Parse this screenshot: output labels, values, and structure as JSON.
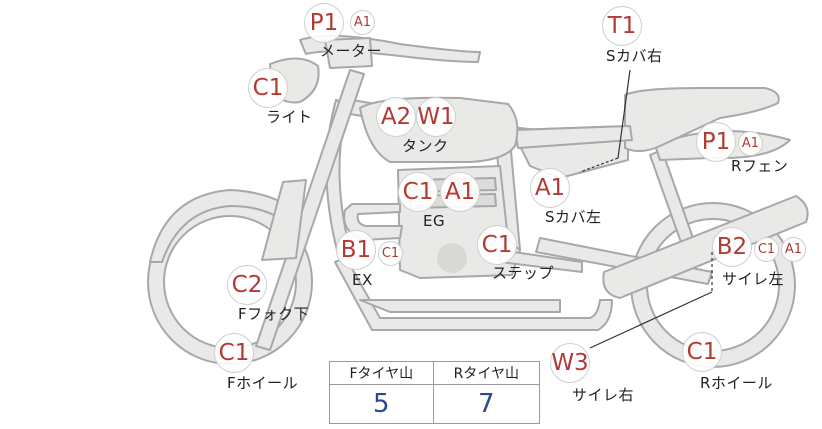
{
  "colors": {
    "body_fill": "#e9e9e7",
    "body_stroke": "#aaaaaa",
    "badge_text": "#b23a35",
    "value_text": "#2a4a8a"
  },
  "parts": [
    {
      "id": "meter",
      "label": "メーター",
      "badges": [
        "P1",
        "A1"
      ]
    },
    {
      "id": "s-cover-r",
      "label": "Sカバ右",
      "badges": [
        "T1"
      ]
    },
    {
      "id": "light",
      "label": "ライト",
      "badges": [
        "C1"
      ]
    },
    {
      "id": "tank",
      "label": "タンク",
      "badges": [
        "A2",
        "W1"
      ]
    },
    {
      "id": "r-fender",
      "label": "Rフェン",
      "badges": [
        "P1",
        "A1"
      ]
    },
    {
      "id": "eg",
      "label": "EG",
      "badges": [
        "C1",
        "A1"
      ]
    },
    {
      "id": "s-cover-l",
      "label": "Sカバ左",
      "badges": [
        "A1"
      ]
    },
    {
      "id": "ex",
      "label": "EX",
      "badges": [
        "B1",
        "C1"
      ]
    },
    {
      "id": "step",
      "label": "ステップ",
      "badges": [
        "C1"
      ]
    },
    {
      "id": "muffler-l",
      "label": "サイレ左",
      "badges": [
        "B2",
        "C1",
        "A1"
      ]
    },
    {
      "id": "f-fork-low",
      "label": "Fフォク下",
      "badges": [
        "C2"
      ]
    },
    {
      "id": "f-wheel",
      "label": "Fホイール",
      "badges": [
        "C1"
      ]
    },
    {
      "id": "muffler-r",
      "label": "サイレ右",
      "badges": [
        "W3"
      ]
    },
    {
      "id": "r-wheel",
      "label": "Rホイール",
      "badges": [
        "C1"
      ]
    }
  ],
  "tread_table": {
    "headers": [
      "Fタイヤ山",
      "Rタイヤ山"
    ],
    "values": [
      "5",
      "7"
    ]
  }
}
